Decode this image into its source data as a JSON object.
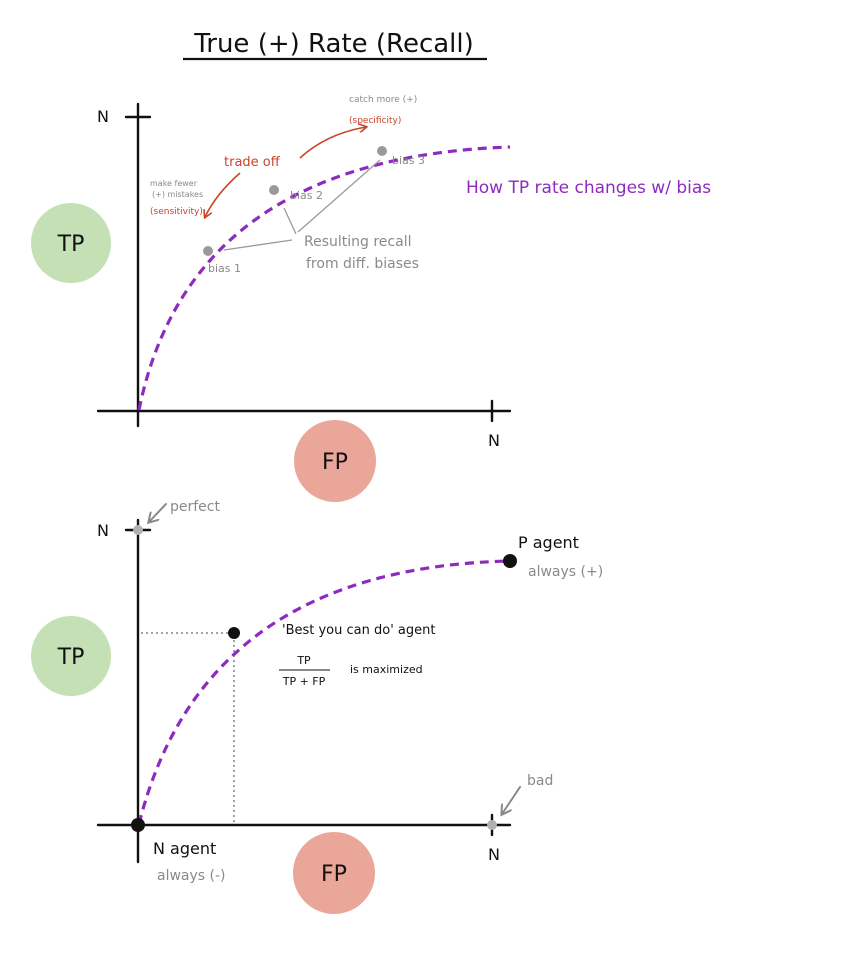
{
  "title": "True (+) Rate (Recall)",
  "colors": {
    "curve": "#8e2bbf",
    "tp_circle": "#c4e0b4",
    "fp_circle": "#eba69a",
    "annotation_red": "#c8442a",
    "annotation_grey": "#8a8a8a"
  },
  "top": {
    "axis": {
      "y_max_label": "N",
      "x_max_label": "N",
      "y_label": "TP",
      "x_label": "FP"
    },
    "curve_label": "How TP rate changes w/ bias",
    "points": [
      {
        "label": "bias 1"
      },
      {
        "label": "bias 2"
      },
      {
        "label": "bias 3"
      }
    ],
    "resulting_recall": [
      "Resulting recall",
      "from diff. biases"
    ],
    "tradeoff": "trade off",
    "left_note": [
      "make fewer",
      "(+) mistakes"
    ],
    "left_tag": "(sensitivity)",
    "right_note": "catch more (+)",
    "right_tag": "(specificity)"
  },
  "bottom": {
    "axis": {
      "y_max_label": "N",
      "x_max_label": "N",
      "y_label": "TP",
      "x_label": "FP"
    },
    "perfect": "perfect",
    "bad": "bad",
    "p_agent": {
      "name": "P agent",
      "note": "always (+)"
    },
    "n_agent": {
      "name": "N agent",
      "note": "always (-)"
    },
    "best": {
      "name": "'Best you can do' agent",
      "numerator": "TP",
      "denominator": "TP + FP",
      "note": "is maximized"
    }
  }
}
